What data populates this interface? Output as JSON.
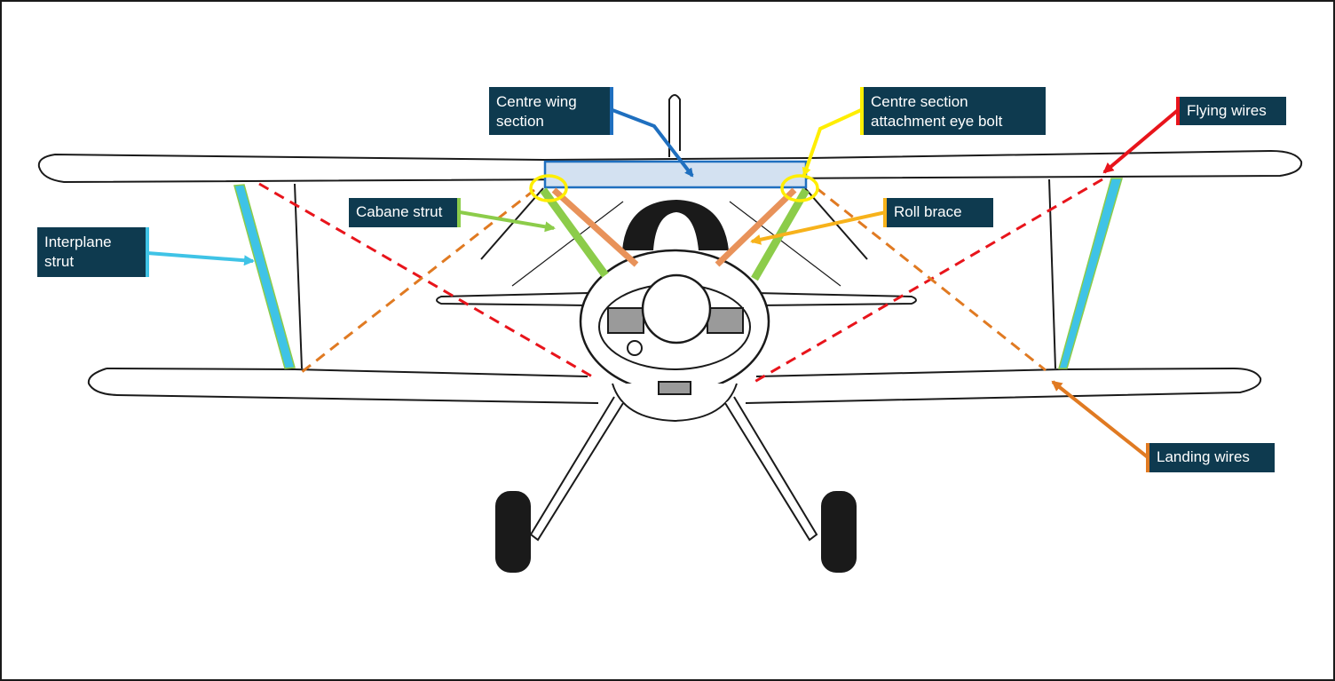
{
  "labels": {
    "centre_wing_section": "Centre wing\nsection",
    "centre_section_attachment_eye_bolt": "Centre section\nattachment eye bolt",
    "flying_wires": "Flying wires",
    "cabane_strut": "Cabane strut",
    "roll_brace": "Roll brace",
    "interplane_strut": "Interplane\nstrut",
    "landing_wires": "Landing wires"
  },
  "colors": {
    "label_background": "#0e3a4f",
    "label_text": "#ffffff",
    "centre_wing_section": "#1f6fbf",
    "centre_section_attachment_eye_bolt": "#ffee00",
    "flying_wires": "#e8141b",
    "cabane_strut": "#8ccc4a",
    "roll_brace": "#f7b21b",
    "interplane_strut": "#3fc3e6",
    "landing_wires": "#e07a22",
    "outline": "#1a1a1a"
  }
}
